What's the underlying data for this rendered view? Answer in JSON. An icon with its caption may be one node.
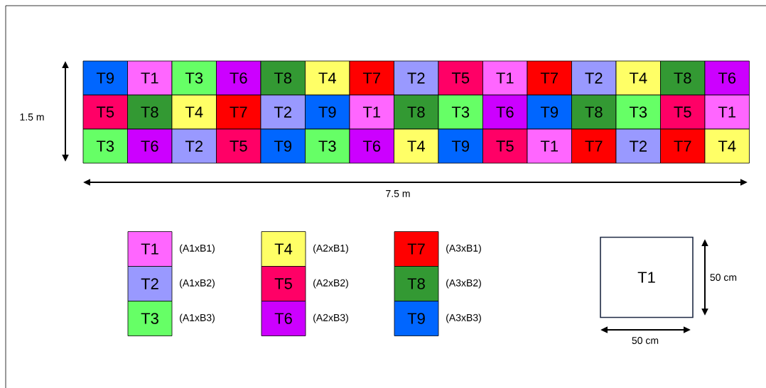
{
  "diagram": {
    "nodes": [
      {
        "text": [
          "T9"
        ]
      },
      {
        "text": [
          "T1"
        ]
      },
      {
        "text": [
          "T3"
        ]
      },
      {
        "text": [
          "T6"
        ]
      },
      {
        "text": [
          "T8"
        ]
      },
      {
        "text": [
          "T4"
        ]
      },
      {
        "text": [
          "T7"
        ]
      },
      {
        "text": [
          "T2"
        ]
      },
      {
        "text": [
          "T5"
        ]
      },
      {
        "text": [
          "T1"
        ]
      },
      {
        "text": [
          "T7"
        ]
      },
      {
        "text": [
          "T2"
        ]
      },
      {
        "text": [
          "T4"
        ]
      },
      {
        "text": [
          "T8"
        ]
      },
      {
        "text": [
          "T6"
        ]
      },
      {
        "text": [
          "T5"
        ]
      },
      {
        "text": [
          "T8"
        ]
      },
      {
        "text": [
          "T4"
        ]
      },
      {
        "text": [
          "T7"
        ]
      },
      {
        "text": [
          "T2"
        ]
      },
      {
        "text": [
          "T9"
        ]
      },
      {
        "text": [
          "T1"
        ]
      },
      {
        "text": [
          "T8"
        ]
      },
      {
        "text": [
          "T3"
        ]
      },
      {
        "text": [
          "T6"
        ]
      },
      {
        "text": [
          "T9"
        ]
      },
      {
        "text": [
          "T8"
        ]
      },
      {
        "text": [
          "T3"
        ]
      },
      {
        "text": [
          "T5"
        ]
      },
      {
        "text": [
          "T1"
        ]
      },
      {
        "text": [
          "T3"
        ]
      },
      {
        "text": [
          "T6"
        ]
      },
      {
        "text": [
          "T2"
        ]
      },
      {
        "text": [
          "T5"
        ]
      },
      {
        "text": [
          "T9"
        ]
      },
      {
        "text": [
          "T3"
        ]
      },
      {
        "text": [
          "T6"
        ]
      },
      {
        "text": [
          "T4"
        ]
      },
      {
        "text": [
          "T9"
        ]
      },
      {
        "text": [
          "T5"
        ]
      },
      {
        "text": [
          "T1"
        ]
      },
      {
        "text": [
          "T7"
        ]
      },
      {
        "text": [
          "T2"
        ]
      },
      {
        "text": [
          "T7"
        ]
      },
      {
        "text": [
          "T4"
        ]
      },
      {
        "text": [
          "T1"
        ]
      },
      {
        "text": [
          "T2"
        ]
      },
      {
        "text": [
          "T3"
        ]
      },
      {
        "text": [
          "T4"
        ]
      },
      {
        "text": [
          "T5"
        ]
      },
      {
        "text": [
          "T6"
        ]
      },
      {
        "text": [
          "T7"
        ]
      },
      {
        "text": [
          "T8"
        ]
      },
      {
        "text": [
          "T9"
        ]
      },
      {
        "text": [
          "T1"
        ]
      }
    ],
    "labels": [
      "1.5 m",
      "7.5 m",
      "50 cm",
      "50 cm"
    ],
    "legend": [
      {
        "text": "(A1xB1)",
        "color": "#ff66ff"
      },
      {
        "text": "(A1xB2)",
        "color": "#9999ff"
      },
      {
        "text": "(A1xB3)",
        "color": "#66ff66"
      },
      {
        "text": "(A2xB1)",
        "color": "#ffff66"
      },
      {
        "text": "(A2xB2)",
        "color": "#ff0066"
      },
      {
        "text": "(A2xB3)",
        "color": "#cc00ff"
      },
      {
        "text": "(A3xB1)",
        "color": "#ff0000"
      },
      {
        "text": "(A3xB2)",
        "color": "#339933"
      },
      {
        "text": "(A3xB3)",
        "color": "#0066ff"
      }
    ]
  }
}
